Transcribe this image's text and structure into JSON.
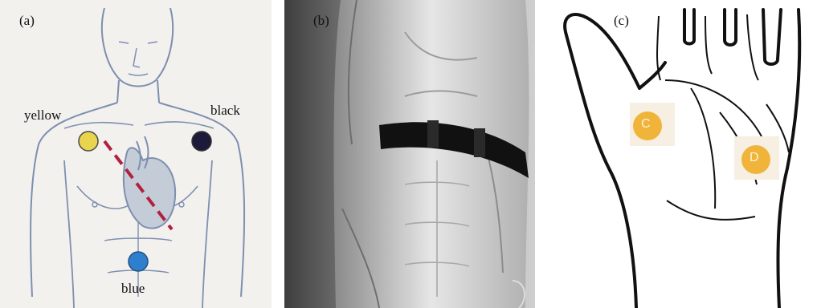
{
  "panels": {
    "a": {
      "tag": "(a)",
      "labels": {
        "yellow": "yellow",
        "black": "black",
        "blue": "blue"
      },
      "colors": {
        "yellow": "#e8d44d",
        "black": "#1c1a3a",
        "blue": "#2f7fcf",
        "line": "#b3203f",
        "sketch": "#7d8fb0"
      }
    },
    "b": {
      "tag": "(b)"
    },
    "c": {
      "tag": "(c)",
      "electrodes": [
        {
          "letter": "C"
        },
        {
          "letter": "D"
        }
      ],
      "colors": {
        "electrode": "#f0b43a"
      }
    }
  }
}
